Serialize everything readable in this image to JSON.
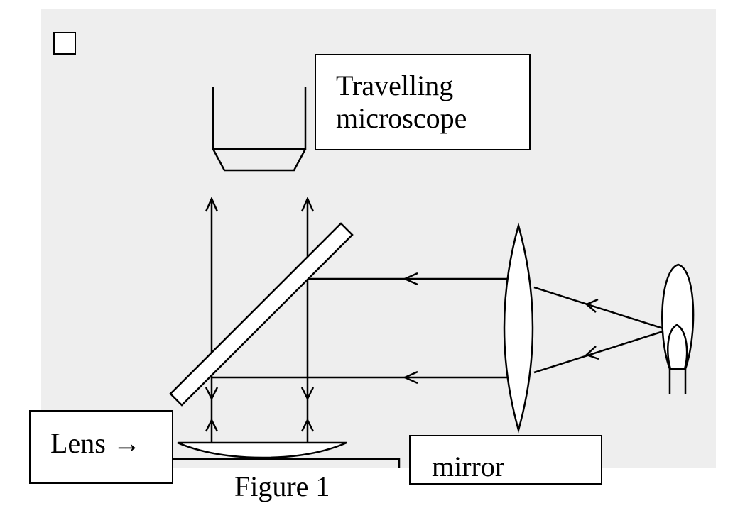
{
  "diagram": {
    "labels": {
      "microscope_line1": "Travelling",
      "microscope_line2": "microscope",
      "lens": "Lens →",
      "mirror": "mirror",
      "caption": "Figure 1"
    },
    "colors": {
      "background_scan": "#eeeeee",
      "ink": "#000000",
      "label_background": "#ffffff"
    }
  }
}
